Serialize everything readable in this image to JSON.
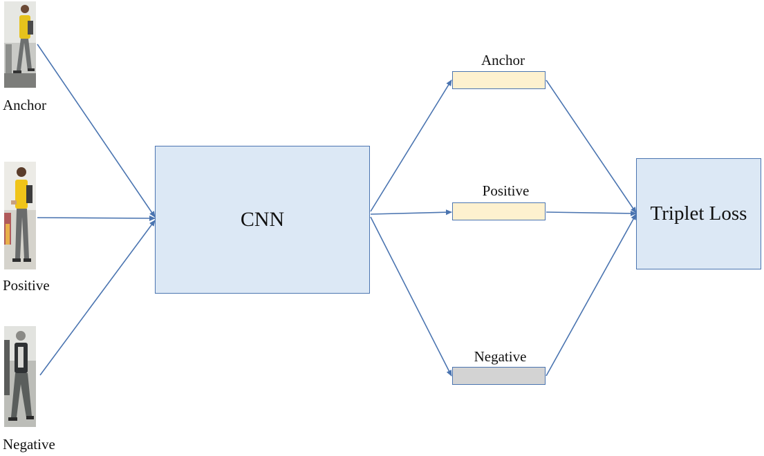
{
  "inputs": [
    {
      "label": "Anchor"
    },
    {
      "label": "Positive"
    },
    {
      "label": "Negative"
    }
  ],
  "network": {
    "label": "CNN"
  },
  "embeddings": [
    {
      "label": "Anchor"
    },
    {
      "label": "Positive"
    },
    {
      "label": "Negative"
    }
  ],
  "loss": {
    "label": "Triplet Loss"
  },
  "colors": {
    "arrow": "#4a74b0",
    "block_fill": "#dce8f5",
    "anchor_positive_embedding": "#fdf1cf",
    "negative_embedding": "#d3d3d3"
  }
}
